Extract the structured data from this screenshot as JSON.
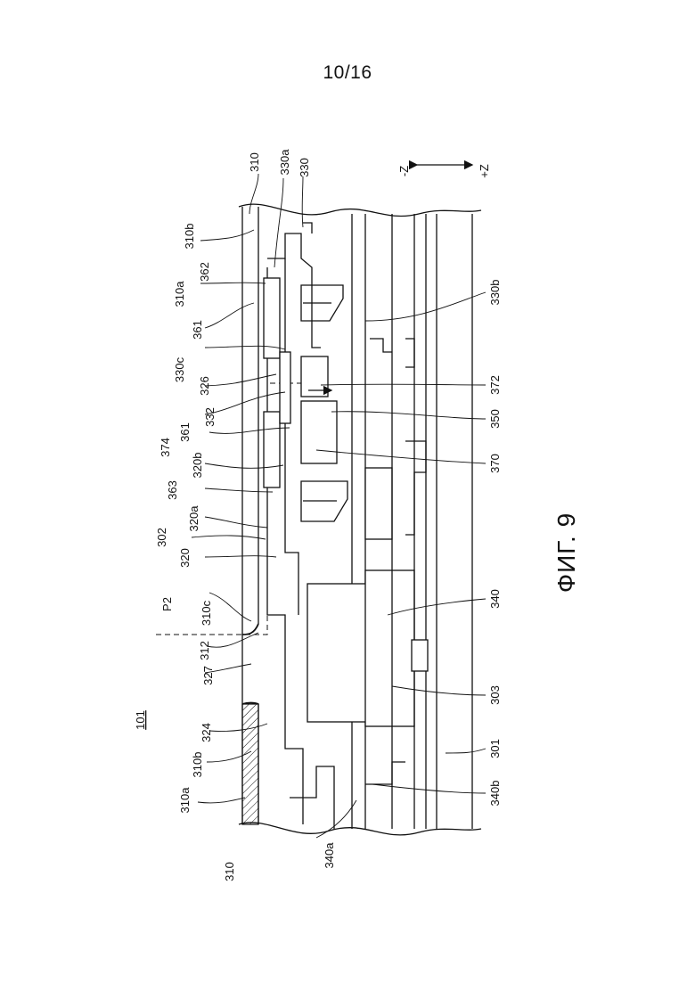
{
  "page_number": "10/16",
  "figure_caption": "ФИГ. 9",
  "figure_ref": "101",
  "axis": {
    "minus": "-Z",
    "plus": "+Z"
  },
  "labels": {
    "l310_top": "310",
    "l310b_top": "310b",
    "l310a_top": "310a",
    "l362": "362",
    "l361_a": "361",
    "l330c": "330c",
    "l326": "326",
    "l332": "332",
    "l361_b": "361",
    "l374": "374",
    "l320b": "320b",
    "l363": "363",
    "l320a": "320a",
    "l302": "302",
    "l320": "320",
    "l310c": "310c",
    "lP2": "P2",
    "l312": "312",
    "l327": "327",
    "l101": "101",
    "l324": "324",
    "l310b_bot": "310b",
    "l310a_bot": "310a",
    "l310_bot": "310",
    "l340a": "340a",
    "l330a": "330a",
    "l330": "330",
    "l330b": "330b",
    "l372": "372",
    "l350": "350",
    "l370": "370",
    "l340": "340",
    "l303": "303",
    "l301": "301",
    "l340b": "340b"
  }
}
